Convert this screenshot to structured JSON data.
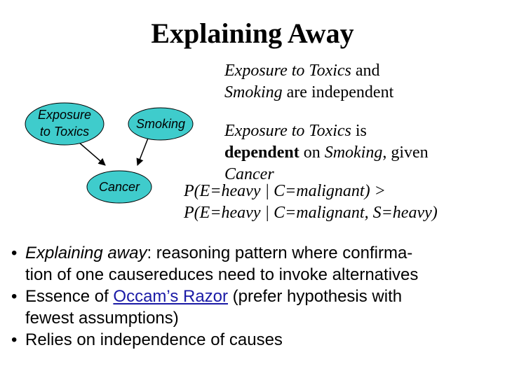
{
  "title": "Explaining Away",
  "nodes": {
    "exposure": [
      "Exposure",
      "to Toxics"
    ],
    "smoking": "Smoking",
    "cancer": "Cancer"
  },
  "colors": {
    "node_fill": "#3fcccc",
    "node_stroke": "#000000",
    "link": "#1a1aa6"
  },
  "notes": {
    "independent": {
      "term1": "Exposure to Toxics",
      "t1": " and",
      "term2": "Smoking",
      "t2": " are independent"
    },
    "dependent": {
      "term1": "Exposure to Toxics",
      "t1": " is ",
      "bold": "dependent",
      "t2": " on ",
      "term2": "Smoking",
      "t3": ", given ",
      "term3": "Cancer"
    }
  },
  "formula": {
    "line1": "P(E=heavy | C=malignant) >",
    "line2": "P(E=heavy | C=malignant, S=heavy)"
  },
  "bullets": [
    {
      "italic": "Explaining away",
      "rest_line1": ": reasoning pattern where confirma-",
      "line2": "tion of one causereduces need to invoke alternatives"
    },
    {
      "pre": "Essence of ",
      "link": "Occam’s Razor",
      "rest_line1": " (prefer hypothesis with",
      "line2": "fewest assumptions)"
    },
    {
      "text": "Relies on independence of causes"
    }
  ],
  "bullet_glyph": "•"
}
